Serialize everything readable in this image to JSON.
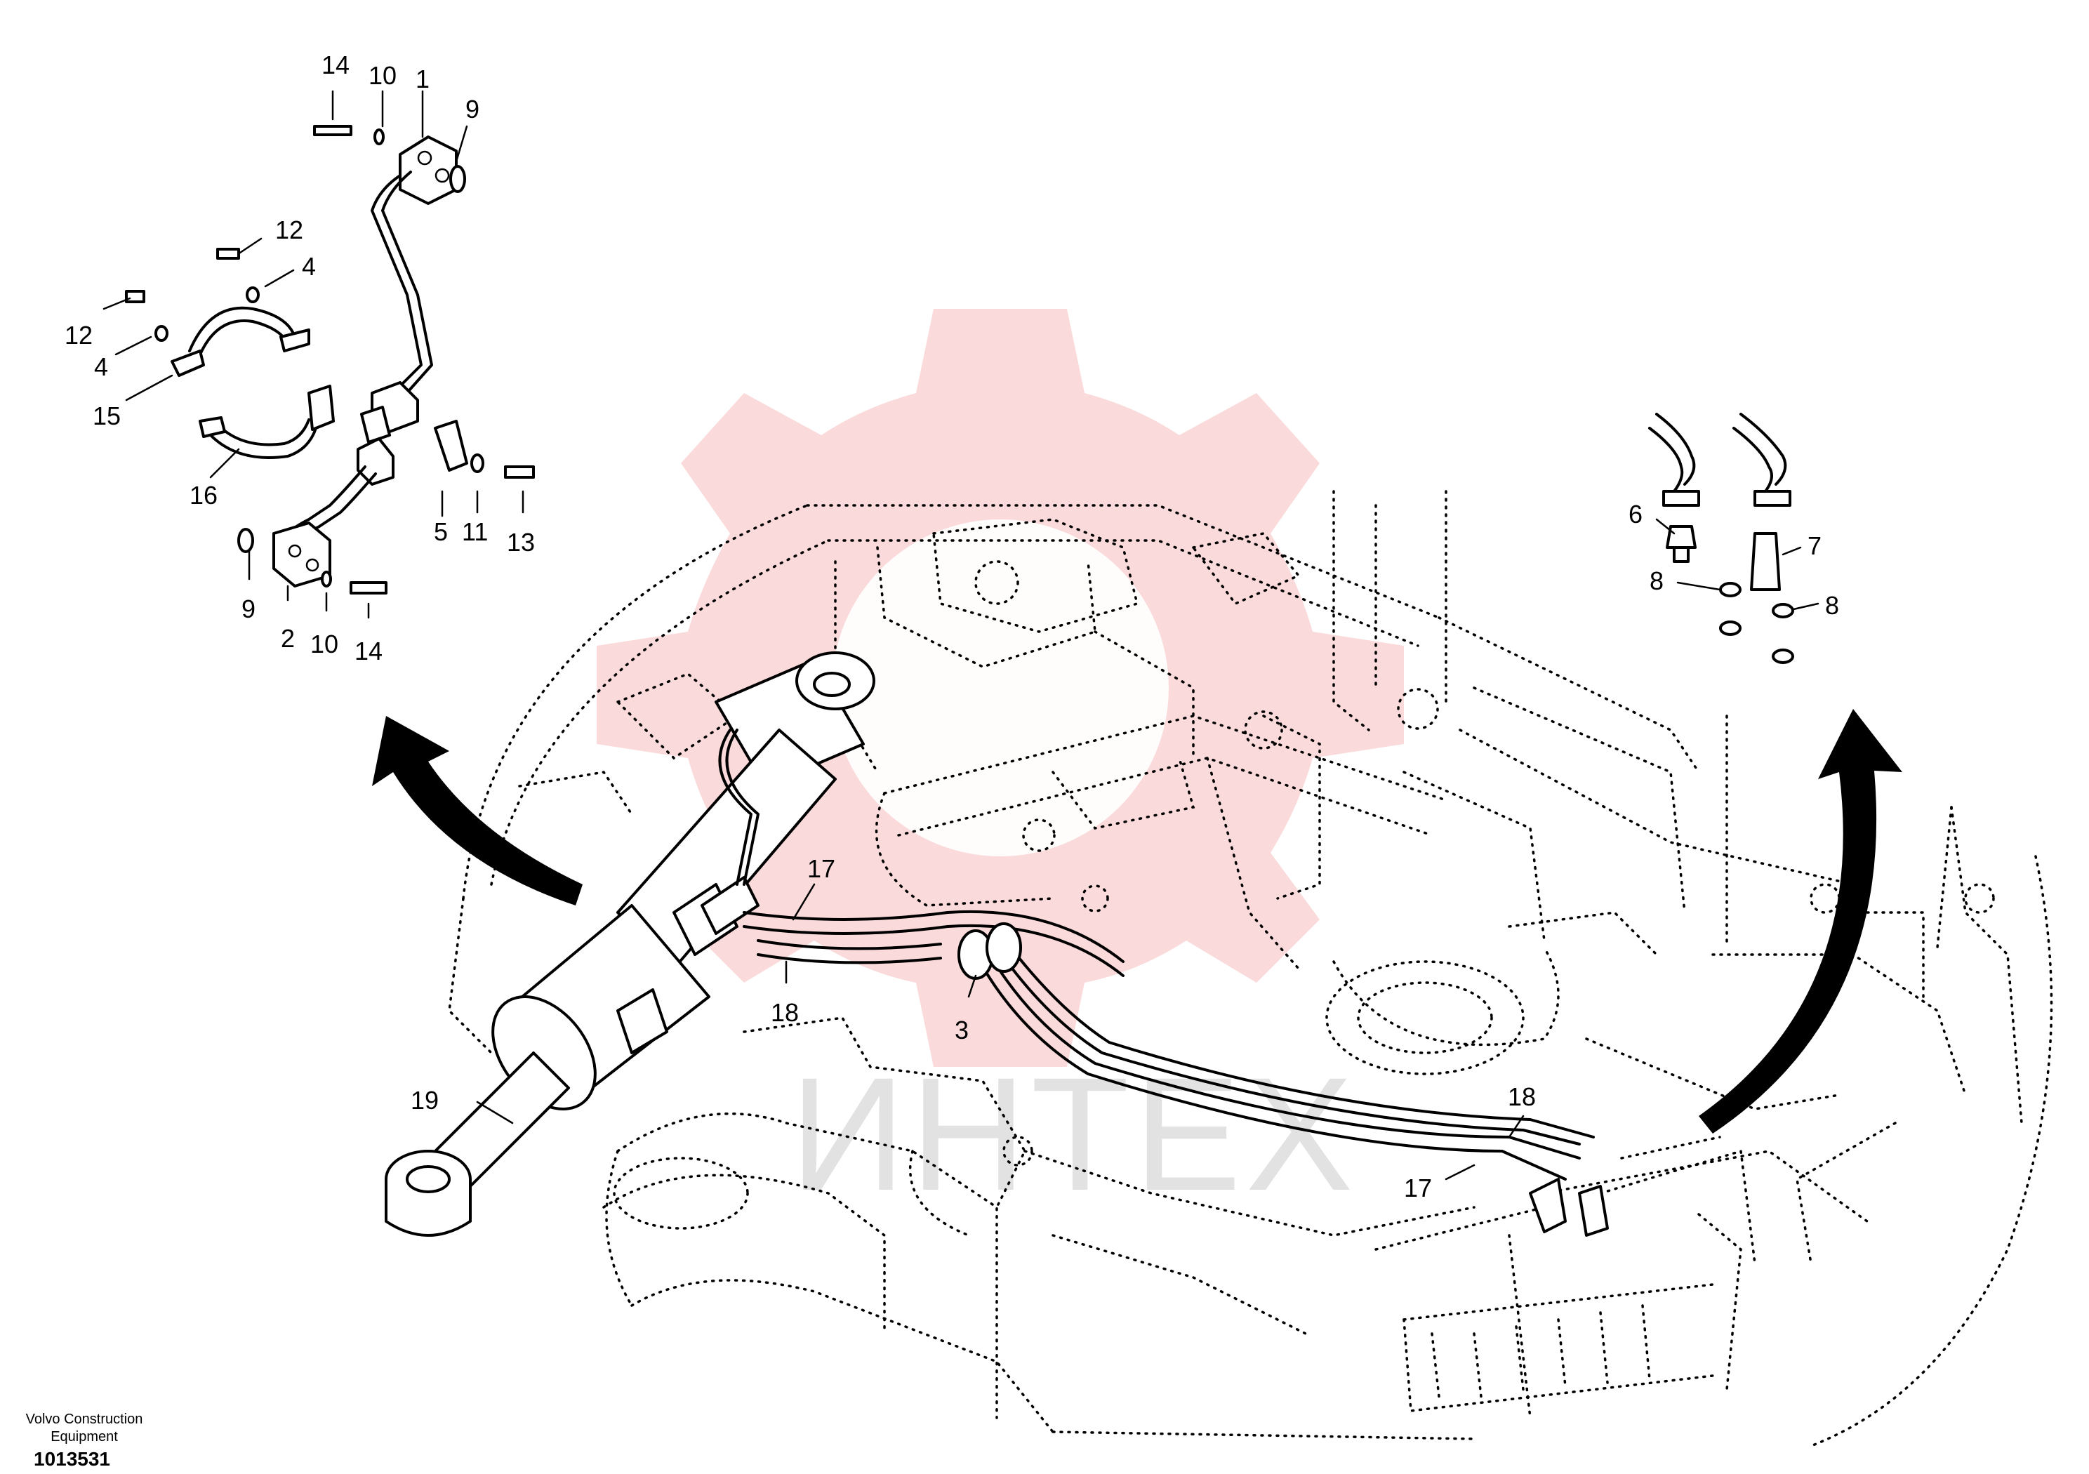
{
  "watermark": {
    "text": "ИНТЕХ",
    "color": "#ef8d8d"
  },
  "footer": {
    "brand_line1": "Volvo Construction",
    "brand_line2": "Equipment",
    "drawing_number": "1013531"
  },
  "callouts": {
    "c1": "1",
    "c2": "2",
    "c3": "3",
    "c4a": "4",
    "c4b": "4",
    "c5": "5",
    "c6": "6",
    "c7": "7",
    "c8a": "8",
    "c8b": "8",
    "c9a": "9",
    "c9b": "9",
    "c10a": "10",
    "c10b": "10",
    "c11": "11",
    "c12a": "12",
    "c12b": "12",
    "c13": "13",
    "c14a": "14",
    "c14b": "14",
    "c15": "15",
    "c16": "16",
    "c17a": "17",
    "c17b": "17",
    "c18a": "18",
    "c18b": "18",
    "c19": "19"
  }
}
